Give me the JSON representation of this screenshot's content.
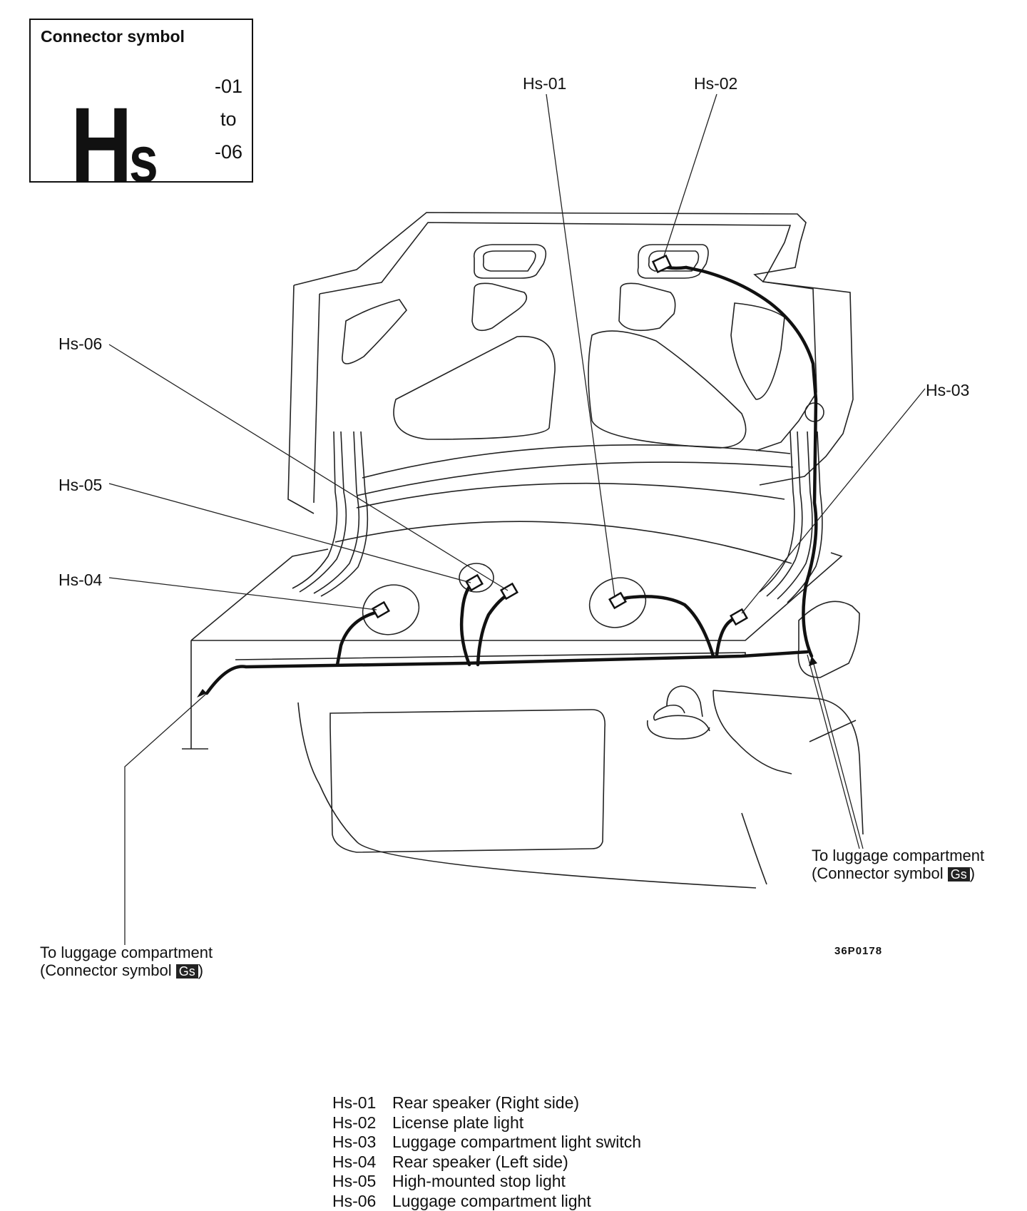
{
  "legend": {
    "title": "Connector symbol",
    "symbol_big": "H",
    "symbol_small": "s",
    "range_from": "-01",
    "range_to_word": "to",
    "range_to": "-06"
  },
  "callouts": [
    {
      "id": "hs01",
      "label": "Hs-01"
    },
    {
      "id": "hs02",
      "label": "Hs-02"
    },
    {
      "id": "hs03",
      "label": "Hs-03"
    },
    {
      "id": "hs04",
      "label": "Hs-04"
    },
    {
      "id": "hs05",
      "label": "Hs-05"
    },
    {
      "id": "hs06",
      "label": "Hs-06"
    }
  ],
  "notes": {
    "left_line1": "To luggage compartment",
    "left_line2": "(Connector symbol ",
    "left_badge": "Gs",
    "left_close": ")",
    "right_line1": "To luggage compartment",
    "right_line2": "(Connector symbol ",
    "right_badge": "Gs",
    "right_close": ")"
  },
  "figure_code": "36P0178",
  "key": [
    {
      "code": "Hs-01",
      "desc": "Rear speaker (Right side)"
    },
    {
      "code": "Hs-02",
      "desc": "License plate light"
    },
    {
      "code": "Hs-03",
      "desc": "Luggage compartment light switch"
    },
    {
      "code": "Hs-04",
      "desc": "Rear speaker (Left side)"
    },
    {
      "code": "Hs-05",
      "desc": "High-mounted stop light"
    },
    {
      "code": "Hs-06",
      "desc": "Luggage compartment light"
    }
  ]
}
